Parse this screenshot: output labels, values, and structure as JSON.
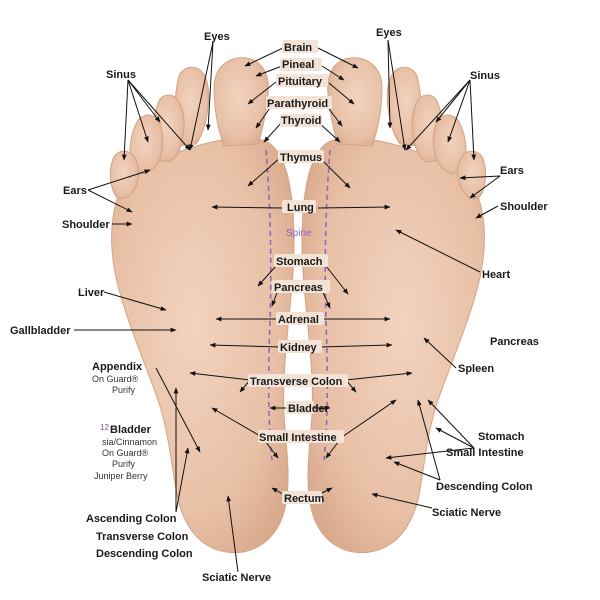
{
  "labels": {
    "eyes_left": "Eyes",
    "eyes_right": "Eyes",
    "brain": "Brain",
    "pineal": "Pineal",
    "pituitary": "Pituitary",
    "parathyroid": "Parathyroid",
    "thyroid": "Thyroid",
    "thymus": "Thymus",
    "sinus_left": "Sinus",
    "sinus_right": "Sinus",
    "ears_left": "Ears",
    "ears_right": "Ears",
    "shoulder_left": "Shoulder",
    "shoulder_right": "Shoulder",
    "lung": "Lung",
    "spine": "Spine",
    "heart": "Heart",
    "stomach_center": "Stomach",
    "pancreas_center": "Pancreas",
    "pancreas_right": "Pancreas",
    "liver": "Liver",
    "gallbladder": "Gallbladder",
    "adrenal": "Adrenal",
    "kidney": "Kidney",
    "spleen": "Spleen",
    "appendix": "Appendix",
    "appendix_oil1": "On Guard®",
    "appendix_oil2": "Purify",
    "transverse_colon_center": "Transverse Colon",
    "bladder_num": "12",
    "bladder_left": "Bladder",
    "bladder_oil1": "sia/Cinnamon",
    "bladder_oil2": "On Guard®",
    "bladder_oil3": "Purify",
    "bladder_oil4": "Juniper Berry",
    "bladder_center": "Bladder",
    "small_intestine_center": "Small Intestine",
    "stomach_right": "Stomach",
    "small_intestine_right": "Small Intestine",
    "descending_colon_right": "Descending Colon",
    "rectum": "Rectum",
    "sciatic_nerve_right": "Sciatic Nerve",
    "ascending_colon": "Ascending Colon",
    "transverse_colon_left": "Transverse Colon",
    "descending_colon_left": "Descending Colon",
    "sciatic_nerve_bottom": "Sciatic Nerve"
  },
  "colors": {
    "skin": "#ebc6ad",
    "skin_shadow": "#d7a88a",
    "spine_line": "#8a63c4",
    "arrow": "#111111"
  }
}
